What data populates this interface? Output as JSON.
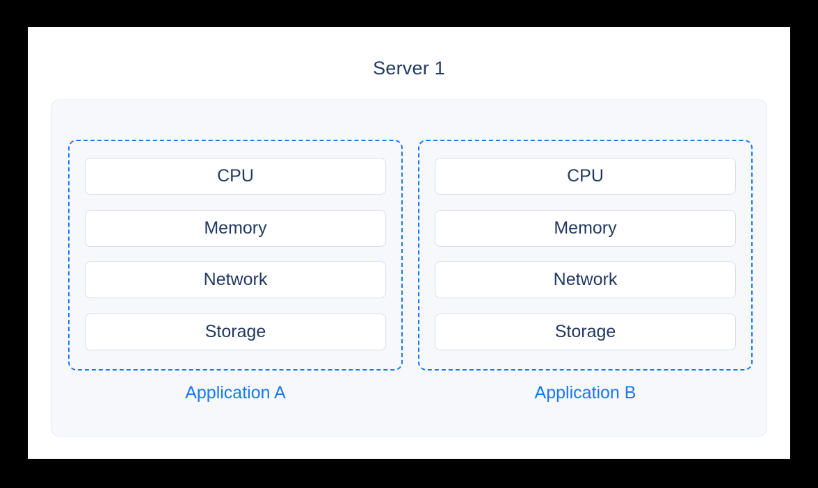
{
  "colors": {
    "canvas_bg": "#000000",
    "card_bg": "#ffffff",
    "panel_bg": "#f6f8fb",
    "panel_border": "#e7ebf4",
    "resource_box_bg": "#ffffff",
    "resource_box_border": "#d9dde4",
    "navy_text": "#213a60",
    "accent_blue": "#1a78f2"
  },
  "diagram": {
    "title": "Server 1",
    "server": {
      "applications": [
        {
          "label": "Application A",
          "resources": [
            "CPU",
            "Memory",
            "Network",
            "Storage"
          ]
        },
        {
          "label": "Application B",
          "resources": [
            "CPU",
            "Memory",
            "Network",
            "Storage"
          ]
        }
      ]
    }
  }
}
